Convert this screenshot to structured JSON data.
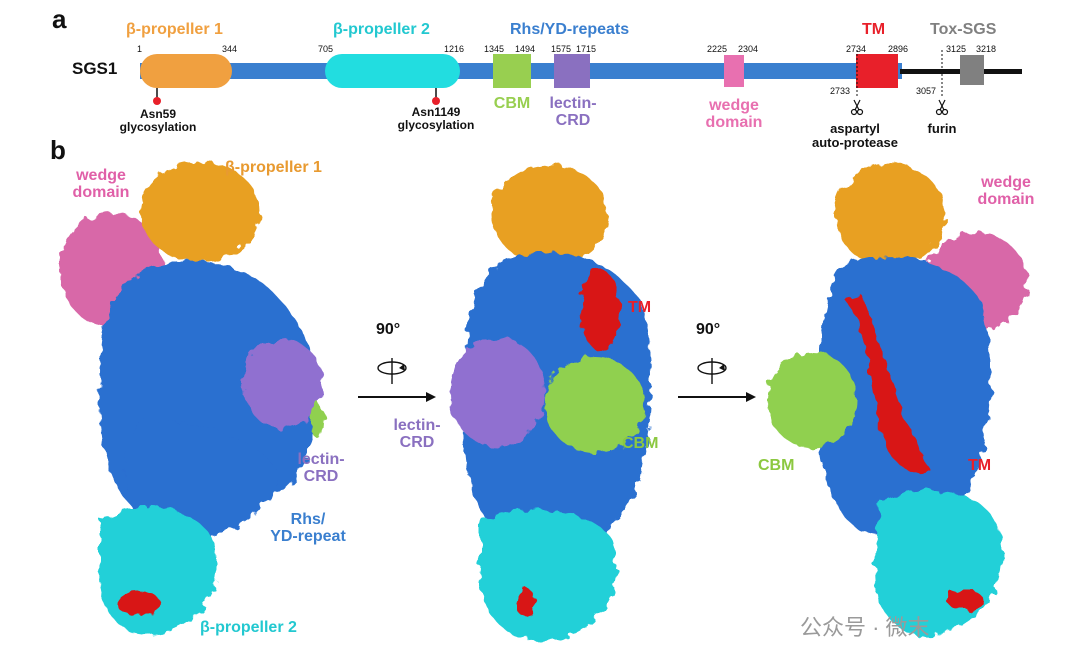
{
  "panel_a": {
    "letter": "a",
    "protein": "SGS1",
    "domain_labels": {
      "bp1": "β-propeller 1",
      "bp2": "β-propeller 2",
      "rhs": "Rhs/YD-repeats",
      "tm": "TM",
      "tox": "Tox-SGS",
      "cbm": "CBM",
      "lectin": "lectin-\nCRD",
      "wedge": "wedge\ndomain"
    },
    "positions": {
      "p1": "1",
      "p344": "344",
      "p705": "705",
      "p1216": "1216",
      "p1345": "1345",
      "p1494": "1494",
      "p1575": "1575",
      "p1715": "1715",
      "p2225": "2225",
      "p2304": "2304",
      "p2734": "2734",
      "p2896": "2896",
      "p3125": "3125",
      "p3218": "3218",
      "p2733": "2733",
      "p3057": "3057"
    },
    "glyco1": "Asn59\nglycosylation",
    "glyco2": "Asn1149\nglycosylation",
    "aspartyl": "aspartyl\nauto-protease",
    "furin": "furin"
  },
  "panel_b": {
    "letter": "b",
    "rotation1": "90°",
    "rotation2": "90°",
    "view1": {
      "bp1": "β-propeller 1",
      "wedge": "wedge\ndomain",
      "lectin": "lectin-\nCRD",
      "rhs": "Rhs/\nYD-repeat",
      "bp2": "β-propeller 2"
    },
    "view2": {
      "tm": "TM",
      "lectin": "lectin-\nCRD",
      "cbm": "CBM"
    },
    "view3": {
      "wedge": "wedge\ndomain",
      "cbm": "CBM",
      "tm": "TM"
    }
  },
  "watermark": "公众号 · 微末",
  "colors": {
    "orange": "#f0a040",
    "cyan": "#22dde0",
    "blue": "#3a7fcf",
    "green": "#98cf50",
    "purple": "#8a70c0",
    "pink": "#e870b0",
    "red": "#e8202a",
    "gray": "#808080",
    "density_blue": "#2a6fd0",
    "density_orange": "#e8a020",
    "density_pink": "#d868a8",
    "density_purple": "#9070d0",
    "density_cyan": "#20d0d8",
    "density_green": "#90d050",
    "density_red": "#d81818"
  }
}
